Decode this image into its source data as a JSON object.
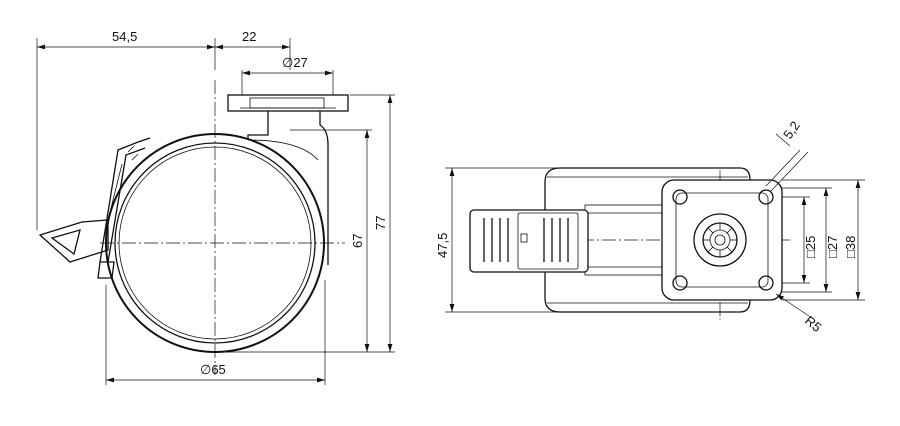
{
  "drawing": {
    "side_view": {
      "dim_left_width": "54,5",
      "dim_right_width": "22",
      "dim_plate_diameter": "∅27",
      "dim_wheel_diameter": "∅65",
      "dim_axle_height": "67",
      "dim_total_height": "77"
    },
    "top_view": {
      "dim_wheel_width": "47,5",
      "dim_hole_diameter": "5,2",
      "dim_hole_spacing": "□25",
      "dim_plate_inner": "□27",
      "dim_plate_outer": "□38",
      "dim_corner_radius": "R5"
    }
  }
}
